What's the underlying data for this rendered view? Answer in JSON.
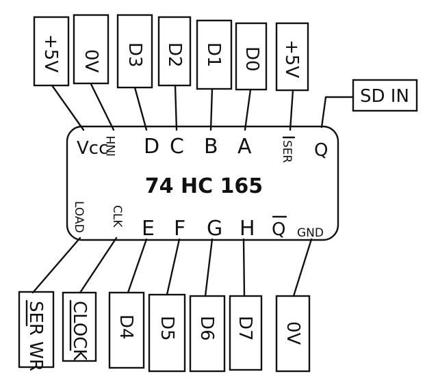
{
  "chip": {
    "name": "74 HC 165",
    "top_pins": [
      "Vcc",
      "INH",
      "D",
      "C",
      "B",
      "A",
      "SER",
      "Q"
    ],
    "bottom_pins": [
      "LOAD",
      "CLK",
      "E",
      "F",
      "G",
      "H",
      "Q",
      "GND"
    ]
  },
  "top_boxes": [
    "+5V",
    "0V",
    "D3",
    "D2",
    "D1",
    "D0",
    "+5V"
  ],
  "right_box": "SD IN",
  "bottom_boxes": [
    "SER WR",
    "CLOCK",
    "D4",
    "D5",
    "D6",
    "D7",
    "0V"
  ]
}
